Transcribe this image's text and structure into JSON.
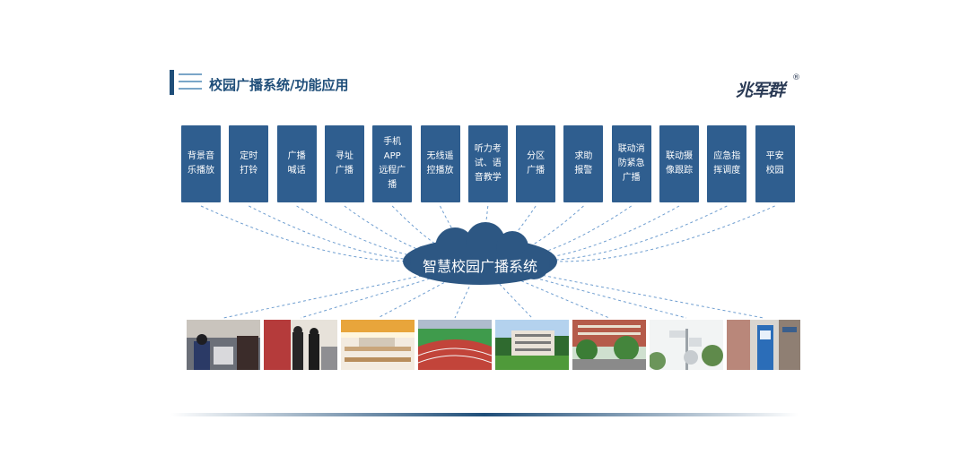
{
  "header": {
    "title": "校园广播系统/功能应用",
    "logo_text": "兆军群",
    "logo_mark": "®"
  },
  "function_boxes": [
    {
      "label": "背景音\n乐播放"
    },
    {
      "label": "定时\n打铃"
    },
    {
      "label": "广播\n喊话"
    },
    {
      "label": "寻址\n广播"
    },
    {
      "label": "手机APP\n远程广\n播"
    },
    {
      "label": "无线遥\n控播放"
    },
    {
      "label": "听力考\n试、语\n音教学"
    },
    {
      "label": "分区\n广播"
    },
    {
      "label": "求助\n报警"
    },
    {
      "label": "联动消\n防紧急\n广播"
    },
    {
      "label": "联动摄\n像跟踪"
    },
    {
      "label": "应急指\n挥调度"
    },
    {
      "label": "平安\n校园"
    }
  ],
  "center": {
    "label": "智慧校园广播系统"
  },
  "photos": [
    {
      "subject": "classroom"
    },
    {
      "subject": "office"
    },
    {
      "subject": "cafeteria"
    },
    {
      "subject": "running-track"
    },
    {
      "subject": "school-building"
    },
    {
      "subject": "campus-garden"
    },
    {
      "subject": "camera-speaker-pole"
    },
    {
      "subject": "alarm-column"
    }
  ],
  "colors": {
    "accent": "#1f4e79",
    "box": "#2f5e8f",
    "cloud": "#2d5783",
    "dash": "#6f9ed0"
  }
}
